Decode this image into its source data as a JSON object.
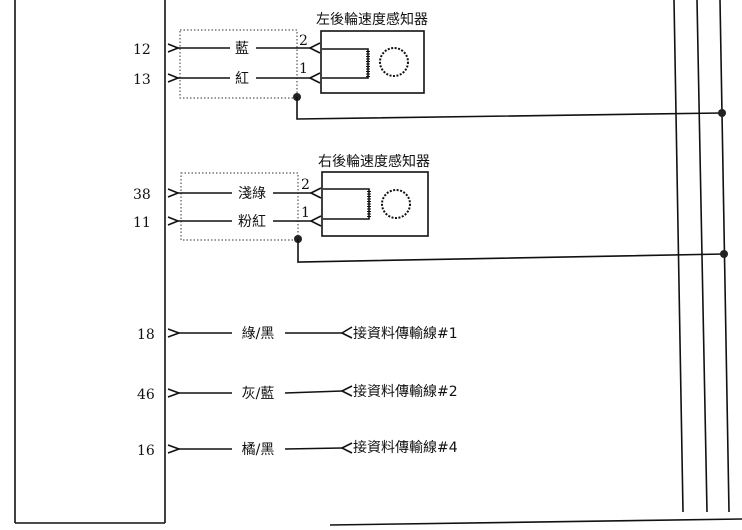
{
  "left_sensor": {
    "title": "左後輪速度感知器",
    "wires": [
      {
        "pin": "12",
        "color": "藍",
        "sensor_pin": "2"
      },
      {
        "pin": "13",
        "color": "紅",
        "sensor_pin": "1"
      }
    ]
  },
  "right_sensor": {
    "title": "右後輪速度感知器",
    "wires": [
      {
        "pin": "38",
        "color": "淺綠",
        "sensor_pin": "2"
      },
      {
        "pin": "11",
        "color": "粉紅",
        "sensor_pin": "1"
      }
    ]
  },
  "data_lines": [
    {
      "pin": "18",
      "color": "綠/黑",
      "target": "接資料傳輸線#1"
    },
    {
      "pin": "46",
      "color": "灰/藍",
      "target": "接資料傳輸線#2"
    },
    {
      "pin": "16",
      "color": "橘/黑",
      "target": "接資料傳輸線#4"
    }
  ]
}
